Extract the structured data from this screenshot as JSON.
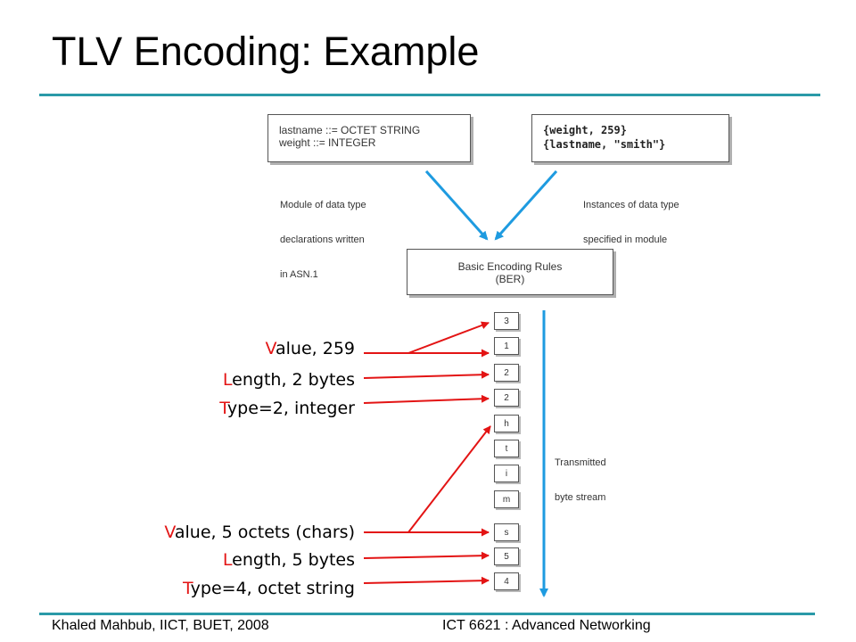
{
  "title": "TLV Encoding: Example",
  "footer": {
    "left": "Khaled Mahbub, IICT, BUET, 2008",
    "right": "ICT 6621 : Advanced Networking"
  },
  "colors": {
    "rule": "#2a9aa8",
    "arrow_blue": "#1e9be0",
    "callout_red": "#e31414"
  },
  "diagram": {
    "module_box": {
      "line1": "lastname ::= OCTET STRING",
      "line2": "weight ::= INTEGER"
    },
    "module_note": {
      "line1": "Module of data type",
      "line2": "declarations written",
      "line3": "in ASN.1"
    },
    "instance_box": {
      "line1": "{weight, 259}",
      "line2": "{lastname, \"smith\"}"
    },
    "instance_note": {
      "line1": "Instances of data type",
      "line2": "specified in module"
    },
    "ber_box": {
      "line1": "Basic Encoding Rules",
      "line2": "(BER)"
    },
    "stream_label": {
      "line1": "Transmitted",
      "line2": "byte stream"
    },
    "stream": [
      "3",
      "1",
      "2",
      "2",
      "h",
      "t",
      "i",
      "m",
      "s",
      "5",
      "4"
    ]
  },
  "callouts": [
    {
      "first": "V",
      "rest": "alue, 259"
    },
    {
      "first": "L",
      "rest": "ength, 2 bytes"
    },
    {
      "first": "T",
      "rest": "ype=2, integer"
    },
    {
      "first": "V",
      "rest": "alue, 5 octets (chars)"
    },
    {
      "first": "L",
      "rest": "ength, 5 bytes"
    },
    {
      "first": "T",
      "rest": "ype=4, octet string"
    }
  ]
}
